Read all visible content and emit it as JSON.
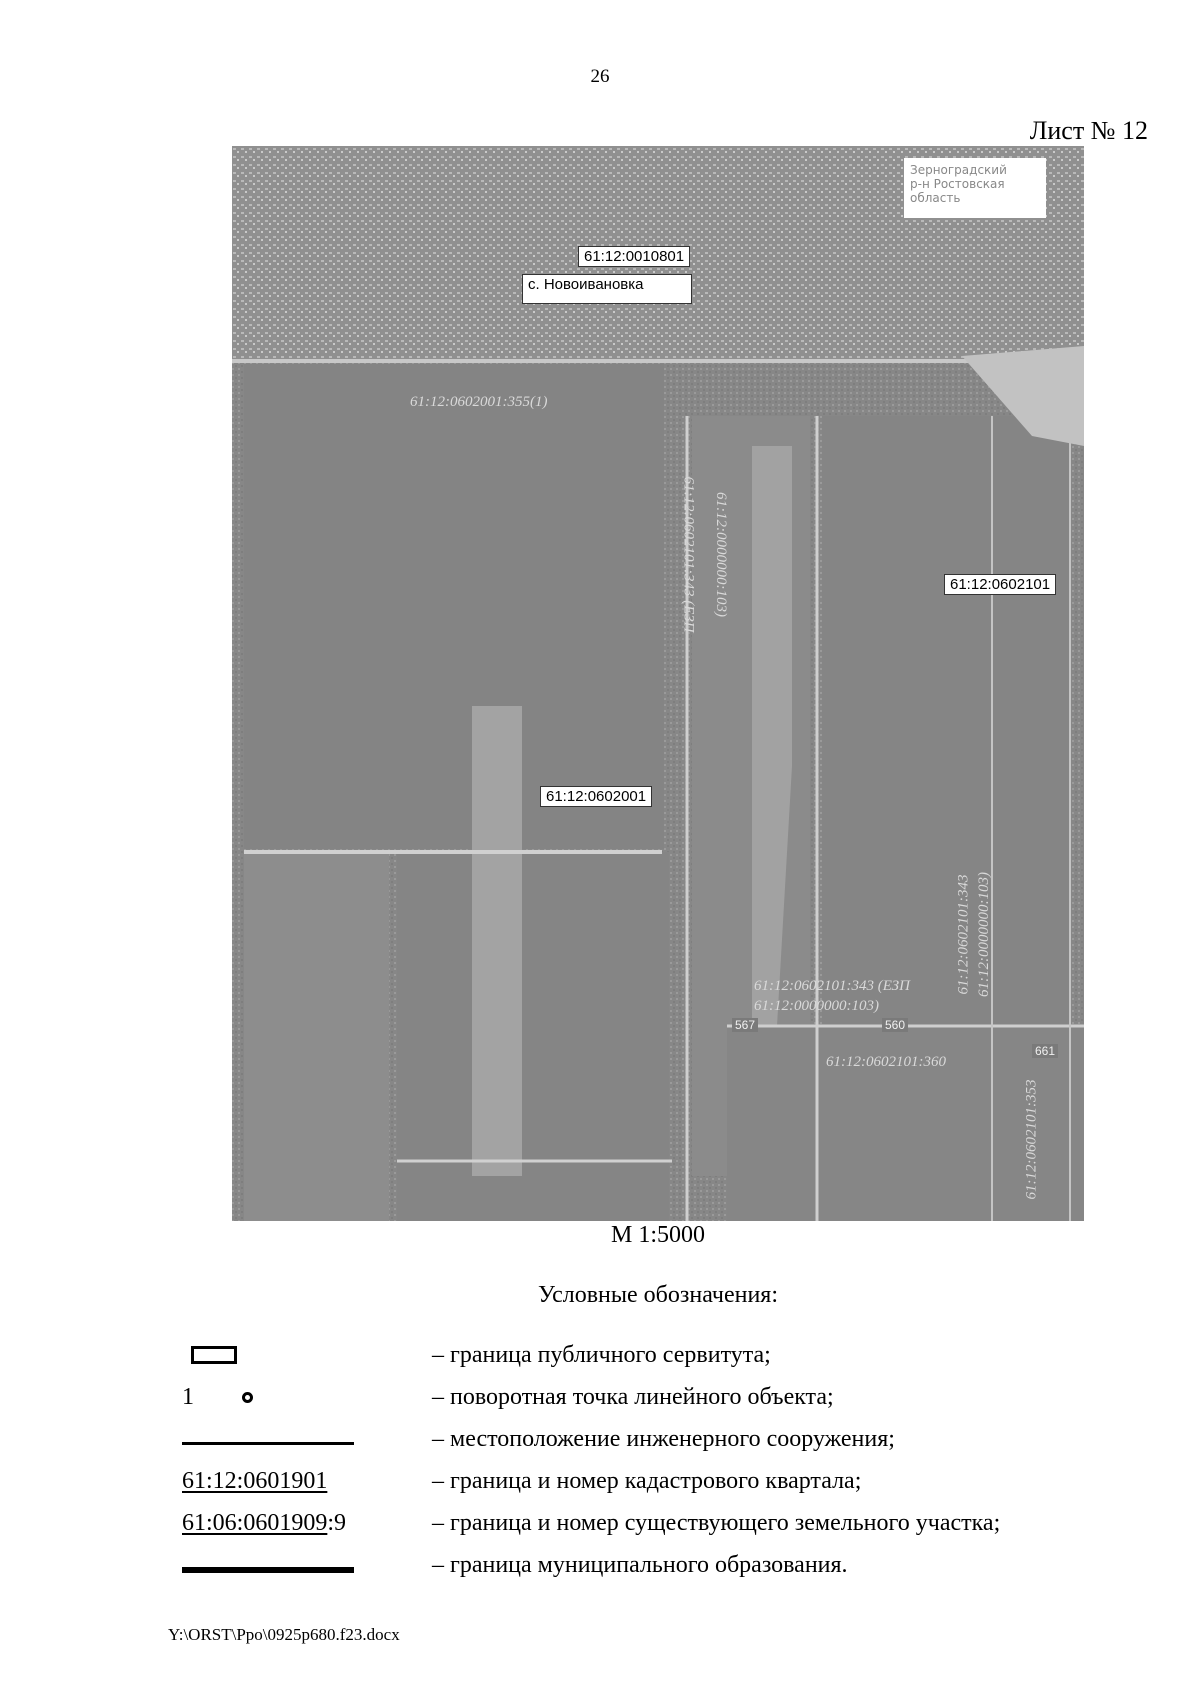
{
  "header": {
    "page_number": "26",
    "sheet_label": "Лист № 12"
  },
  "map": {
    "region_label": [
      "Зерноградский",
      "р-н Ростовская",
      "область"
    ],
    "quarter_labels": {
      "north": "61:12:0010801",
      "east": "61:12:0602101",
      "center": "61:12:0602001"
    },
    "settlement": "с. Новоивановка",
    "parcel_labels": {
      "upper_left": "61:12:0602001:355(1)",
      "vertical_a": "61:12:0602101:343 (ЕЗП",
      "vertical_b": "61:12:0000000:103)",
      "lower_a": "61:12:0602101:343 (ЕЗП",
      "lower_b": "61:12:0000000:103)",
      "lower_right": "61:12:0602101:360",
      "right_vertical_a": "61:12:0000000:103)",
      "right_vertical_b": "61:12:0602101:343",
      "far_right": "61:12:0602101:353"
    },
    "number_tags": {
      "tag_a": "567",
      "tag_b": "560",
      "tag_c": "661"
    },
    "scale": "М 1:5000"
  },
  "legend": {
    "title": "Условные обозначения:",
    "items": [
      {
        "symbol_text": "",
        "point_number": "",
        "description": "– граница публичного сервитута;"
      },
      {
        "symbol_text": "",
        "point_number": "1",
        "description": "– поворотная точка линейного объекта;"
      },
      {
        "symbol_text": "",
        "point_number": "",
        "description": "– местоположение инженерного сооружения;"
      },
      {
        "symbol_text": "61:12:0601901",
        "point_number": "",
        "description": "– граница и номер кадастрового квартала;"
      },
      {
        "symbol_text": "61:06:0601909",
        "symbol_suffix": ":9",
        "point_number": "",
        "description": "– граница и номер существующего земельного участка;"
      },
      {
        "symbol_text": "",
        "point_number": "",
        "description": "– граница муниципального образования."
      }
    ]
  },
  "footer": {
    "file_path": "Y:\\ORST\\Ppo\\0925p680.f23.docx"
  }
}
